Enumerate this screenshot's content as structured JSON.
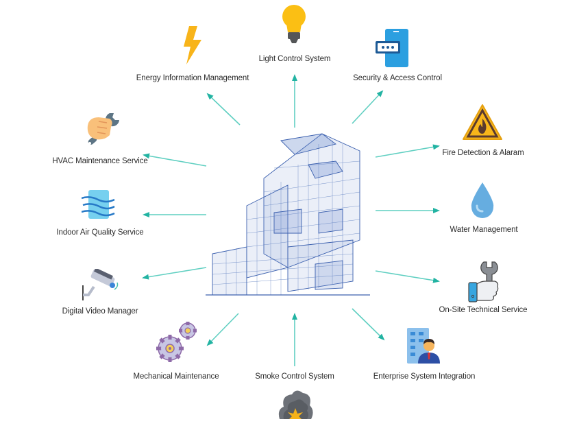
{
  "diagram": {
    "center": "smart-building",
    "arrow_color": "#2bb8a8",
    "services": [
      {
        "id": "light",
        "label": "Light Control System",
        "icon": "lightbulb-icon"
      },
      {
        "id": "energy",
        "label": "Energy Information Management",
        "icon": "lightning-bolt-icon"
      },
      {
        "id": "security",
        "label": "Security & Access Control",
        "icon": "phone-keypad-icon"
      },
      {
        "id": "hvac",
        "label": "HVAC Maintenance Service",
        "icon": "wrench-hand-icon"
      },
      {
        "id": "fire",
        "label": "Fire Detection & Alaram",
        "icon": "fire-warning-icon"
      },
      {
        "id": "air",
        "label": "Indoor Air Quality Service",
        "icon": "air-filter-icon"
      },
      {
        "id": "water",
        "label": "Water Management",
        "icon": "water-drop-icon"
      },
      {
        "id": "video",
        "label": "Digital Video Manager",
        "icon": "cctv-camera-icon"
      },
      {
        "id": "onsite",
        "label": "On-Site Technical Service",
        "icon": "thumbs-up-wrench-icon"
      },
      {
        "id": "mechanical",
        "label": "Mechanical Maintenance",
        "icon": "gears-icon"
      },
      {
        "id": "smoke",
        "label": "Smoke Control System",
        "icon": "smoke-explosion-icon"
      },
      {
        "id": "enterprise",
        "label": "Enterprise System Integration",
        "icon": "business-person-building-icon"
      }
    ]
  }
}
